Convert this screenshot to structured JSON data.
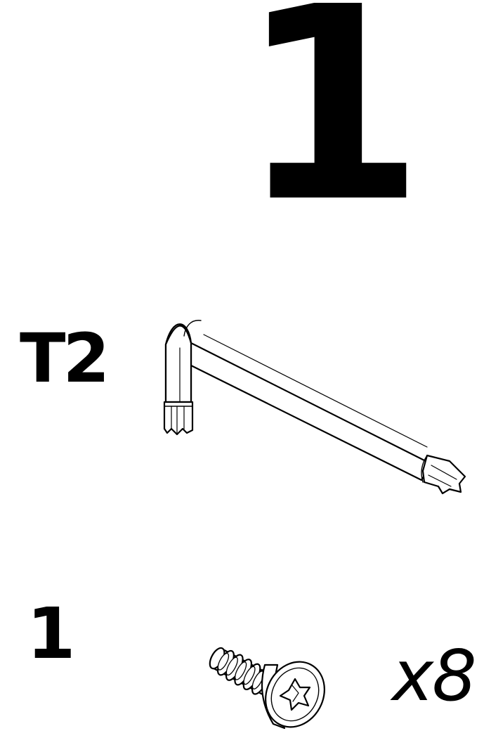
{
  "step": {
    "number": "1"
  },
  "tool": {
    "label": "T2",
    "icon": "torx-key-icon"
  },
  "part": {
    "ref": "1",
    "icon": "torx-screw-icon",
    "quantity": "x8"
  }
}
